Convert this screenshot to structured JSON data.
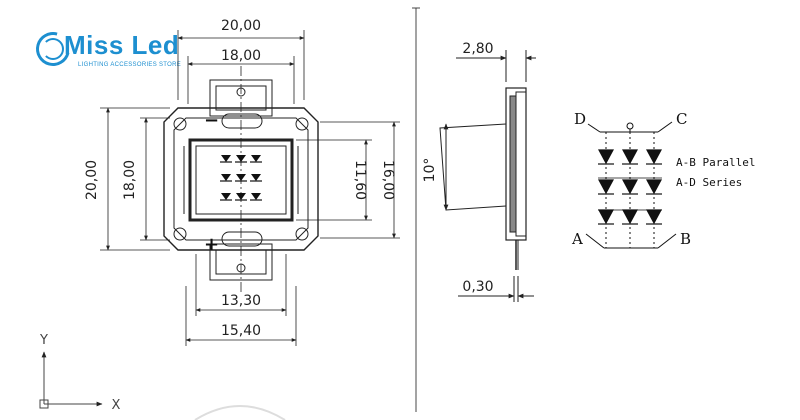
{
  "logo": {
    "brand": "Miss Led",
    "tagline": "LIGHTING ACCESSORIES STORE"
  },
  "front_view": {
    "dim_outer_width": "20,00",
    "dim_inner_width": "18,00",
    "dim_outer_height": "20,00",
    "dim_inner_height": "18,00",
    "dim_window_height": "11,60",
    "dim_pad_height": "16,00",
    "dim_window_width": "13,30",
    "dim_pad_width": "15,40",
    "minus_sign": "−",
    "plus_sign": "+"
  },
  "axes": {
    "y_label": "Y",
    "x_label": "X"
  },
  "side_view": {
    "dim_thickness": "2,80",
    "dim_base": "0,30",
    "angle": "10°"
  },
  "circuit": {
    "label_d": "D",
    "label_c": "C",
    "label_a": "A",
    "label_b": "B",
    "note_parallel": "A-B Parallel",
    "note_series": "A-D Series"
  }
}
